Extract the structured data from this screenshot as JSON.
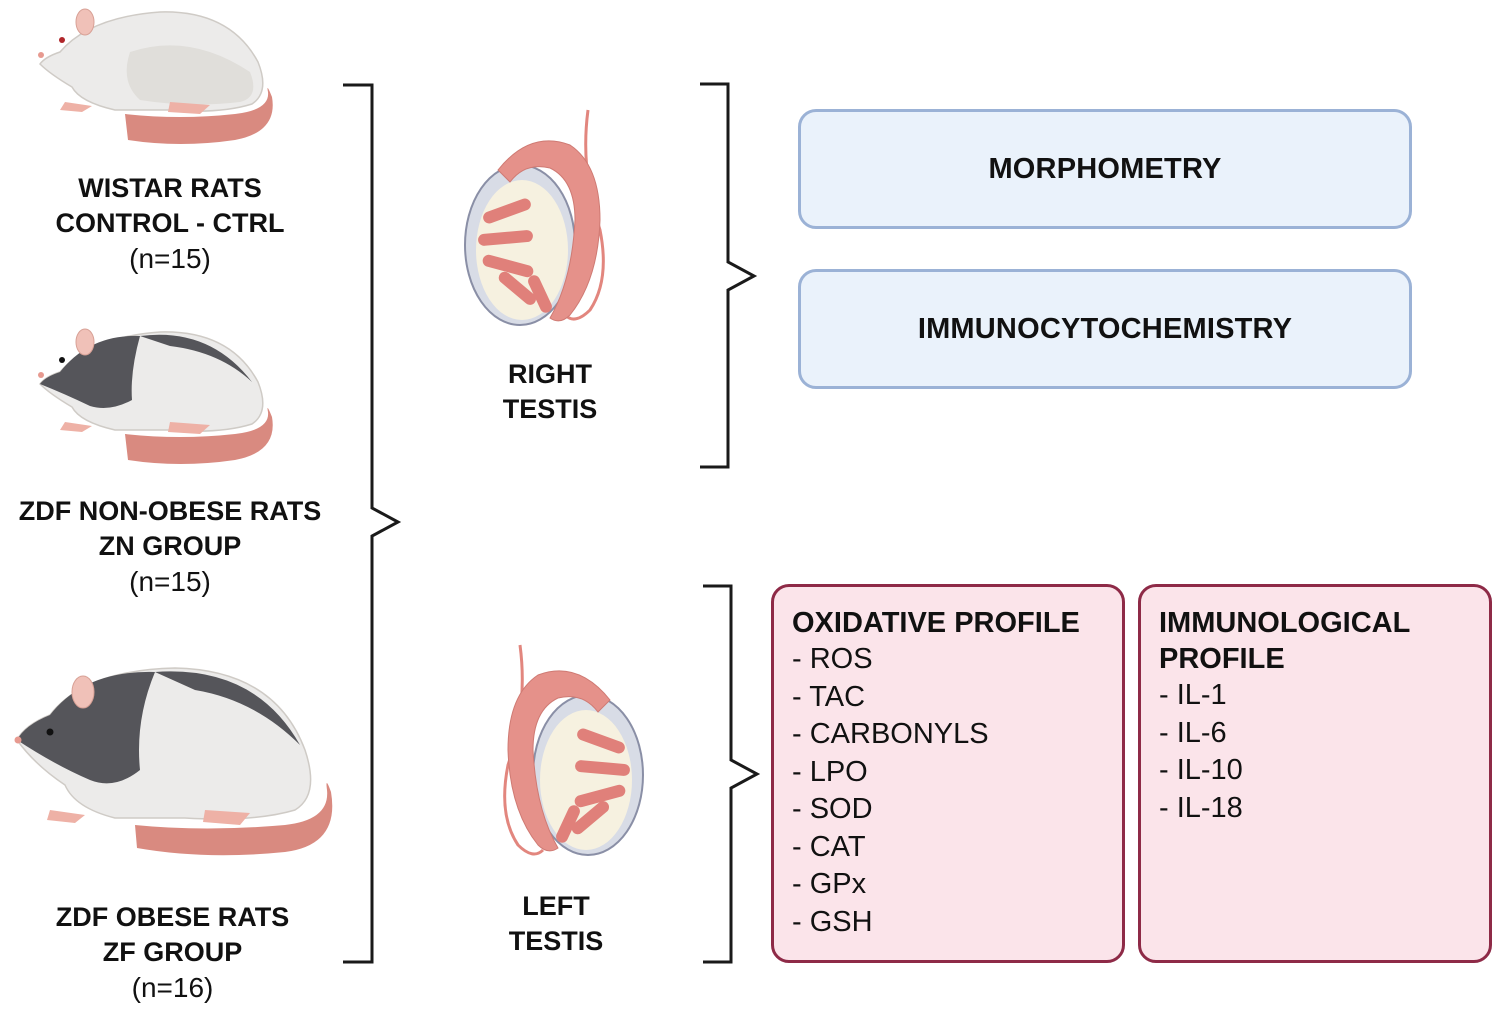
{
  "groups": [
    {
      "name": "WISTAR RATS",
      "subtitle": "CONTROL - CTRL",
      "n": "(n=15)",
      "icon": "white-rat-icon"
    },
    {
      "name": "ZDF NON-OBESE RATS",
      "subtitle": "ZN GROUP",
      "n": "(n=15)",
      "icon": "hooded-rat-icon"
    },
    {
      "name": "ZDF OBESE RATS",
      "subtitle": "ZF GROUP",
      "n": "(n=16)",
      "icon": "obese-hooded-rat-icon"
    }
  ],
  "testes": {
    "right": {
      "line1": "RIGHT",
      "line2": "TESTIS"
    },
    "left": {
      "line1": "LEFT",
      "line2": "TESTIS"
    }
  },
  "analyses_right": [
    "MORPHOMETRY",
    "IMMUNOCYTOCHEMISTRY"
  ],
  "oxidative_profile": {
    "title": "OXIDATIVE PROFILE",
    "items": [
      "- ROS",
      "- TAC",
      "- CARBONYLS",
      "- LPO",
      "- SOD",
      "- CAT",
      "- GPx",
      "- GSH"
    ]
  },
  "immunological_profile": {
    "title_line1": "IMMUNOLOGICAL",
    "title_line2": "PROFILE",
    "items": [
      "- IL-1",
      "- IL-6",
      "- IL-10",
      "- IL-18"
    ]
  },
  "colors": {
    "blue_box_fill": "#eaf2fb",
    "blue_box_border": "#9bb2d6",
    "pink_box_fill": "#fbe4ea",
    "pink_box_border": "#8e2a47",
    "bracket": "#1a1a1a"
  }
}
